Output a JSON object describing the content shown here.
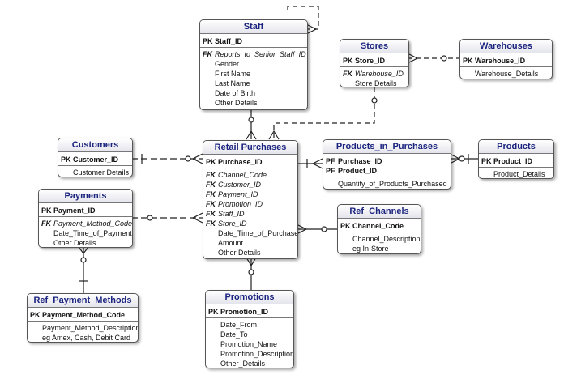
{
  "entities": {
    "staff": {
      "title": "Staff",
      "pk": [
        {
          "tag": "PK",
          "name": "Staff_ID"
        }
      ],
      "fk": [
        {
          "tag": "FK",
          "name": "Reports_to_Senior_Staff_ID"
        }
      ],
      "attrs": [
        "Gender",
        "First Name",
        "Last Name",
        "Date of Birth",
        "Other Details"
      ]
    },
    "stores": {
      "title": "Stores",
      "pk": [
        {
          "tag": "PK",
          "name": "Store_ID"
        }
      ],
      "fk": [
        {
          "tag": "FK",
          "name": "Warehouse_ID"
        }
      ],
      "attrs": [
        "Store Details"
      ]
    },
    "warehouses": {
      "title": "Warehouses",
      "pk": [
        {
          "tag": "PK",
          "name": "Warehouse_ID"
        }
      ],
      "fk": [],
      "attrs": [
        "Warehouse_Details"
      ]
    },
    "customers": {
      "title": "Customers",
      "pk": [
        {
          "tag": "PK",
          "name": "Customer_ID"
        }
      ],
      "fk": [],
      "attrs": [
        "Customer Details"
      ]
    },
    "retail_purchases": {
      "title": "Retail Purchases",
      "pk": [
        {
          "tag": "PK",
          "name": "Purchase_ID"
        }
      ],
      "fk": [
        {
          "tag": "FK",
          "name": "Channel_Code"
        },
        {
          "tag": "FK",
          "name": "Customer_ID"
        },
        {
          "tag": "FK",
          "name": "Payment_ID"
        },
        {
          "tag": "FK",
          "name": "Promotion_ID"
        },
        {
          "tag": "FK",
          "name": "Staff_ID"
        },
        {
          "tag": "FK",
          "name": "Store_ID"
        }
      ],
      "attrs": [
        "Date_Time_of_Purchase",
        "Amount",
        "Other Details"
      ]
    },
    "products_in_purchases": {
      "title": "Products_in_Purchases",
      "pk": [
        {
          "tag": "PF",
          "name": "Purchase_ID"
        },
        {
          "tag": "PF",
          "name": "Product_ID"
        }
      ],
      "fk": [],
      "attrs": [
        "Quantity_of_Products_Purchased"
      ]
    },
    "products": {
      "title": "Products",
      "pk": [
        {
          "tag": "PK",
          "name": "Product_ID"
        }
      ],
      "fk": [],
      "attrs": [
        "Product_Details"
      ]
    },
    "payments": {
      "title": "Payments",
      "pk": [
        {
          "tag": "PK",
          "name": "Payment_ID"
        }
      ],
      "fk": [
        {
          "tag": "FK",
          "name": "Payment_Method_Code"
        }
      ],
      "attrs": [
        "Date_Time_of_Payment",
        "Other Details"
      ]
    },
    "ref_channels": {
      "title": "Ref_Channels",
      "pk": [
        {
          "tag": "PK",
          "name": "Channel_Code"
        }
      ],
      "fk": [],
      "attrs": [
        "Channel_Description",
        "eg In-Store"
      ]
    },
    "ref_payment_methods": {
      "title": "Ref_Payment_Methods",
      "pk": [
        {
          "tag": "PK",
          "name": "Payment_Method_Code"
        }
      ],
      "fk": [],
      "attrs": [
        "Payment_Method_Description",
        "eg Amex, Cash, Debit Card"
      ]
    },
    "promotions": {
      "title": "Promotions",
      "pk": [
        {
          "tag": "PK",
          "name": "Promotion_ID"
        }
      ],
      "fk": [],
      "attrs": [
        "Date_From",
        "Date_To",
        "Promotion_Name",
        "Promotion_Description",
        "Other_Details"
      ]
    }
  },
  "colors": {
    "title_text": "#1a237e",
    "line": "#222222",
    "box_border": "#555555",
    "watermark": "#c9d9ff"
  }
}
